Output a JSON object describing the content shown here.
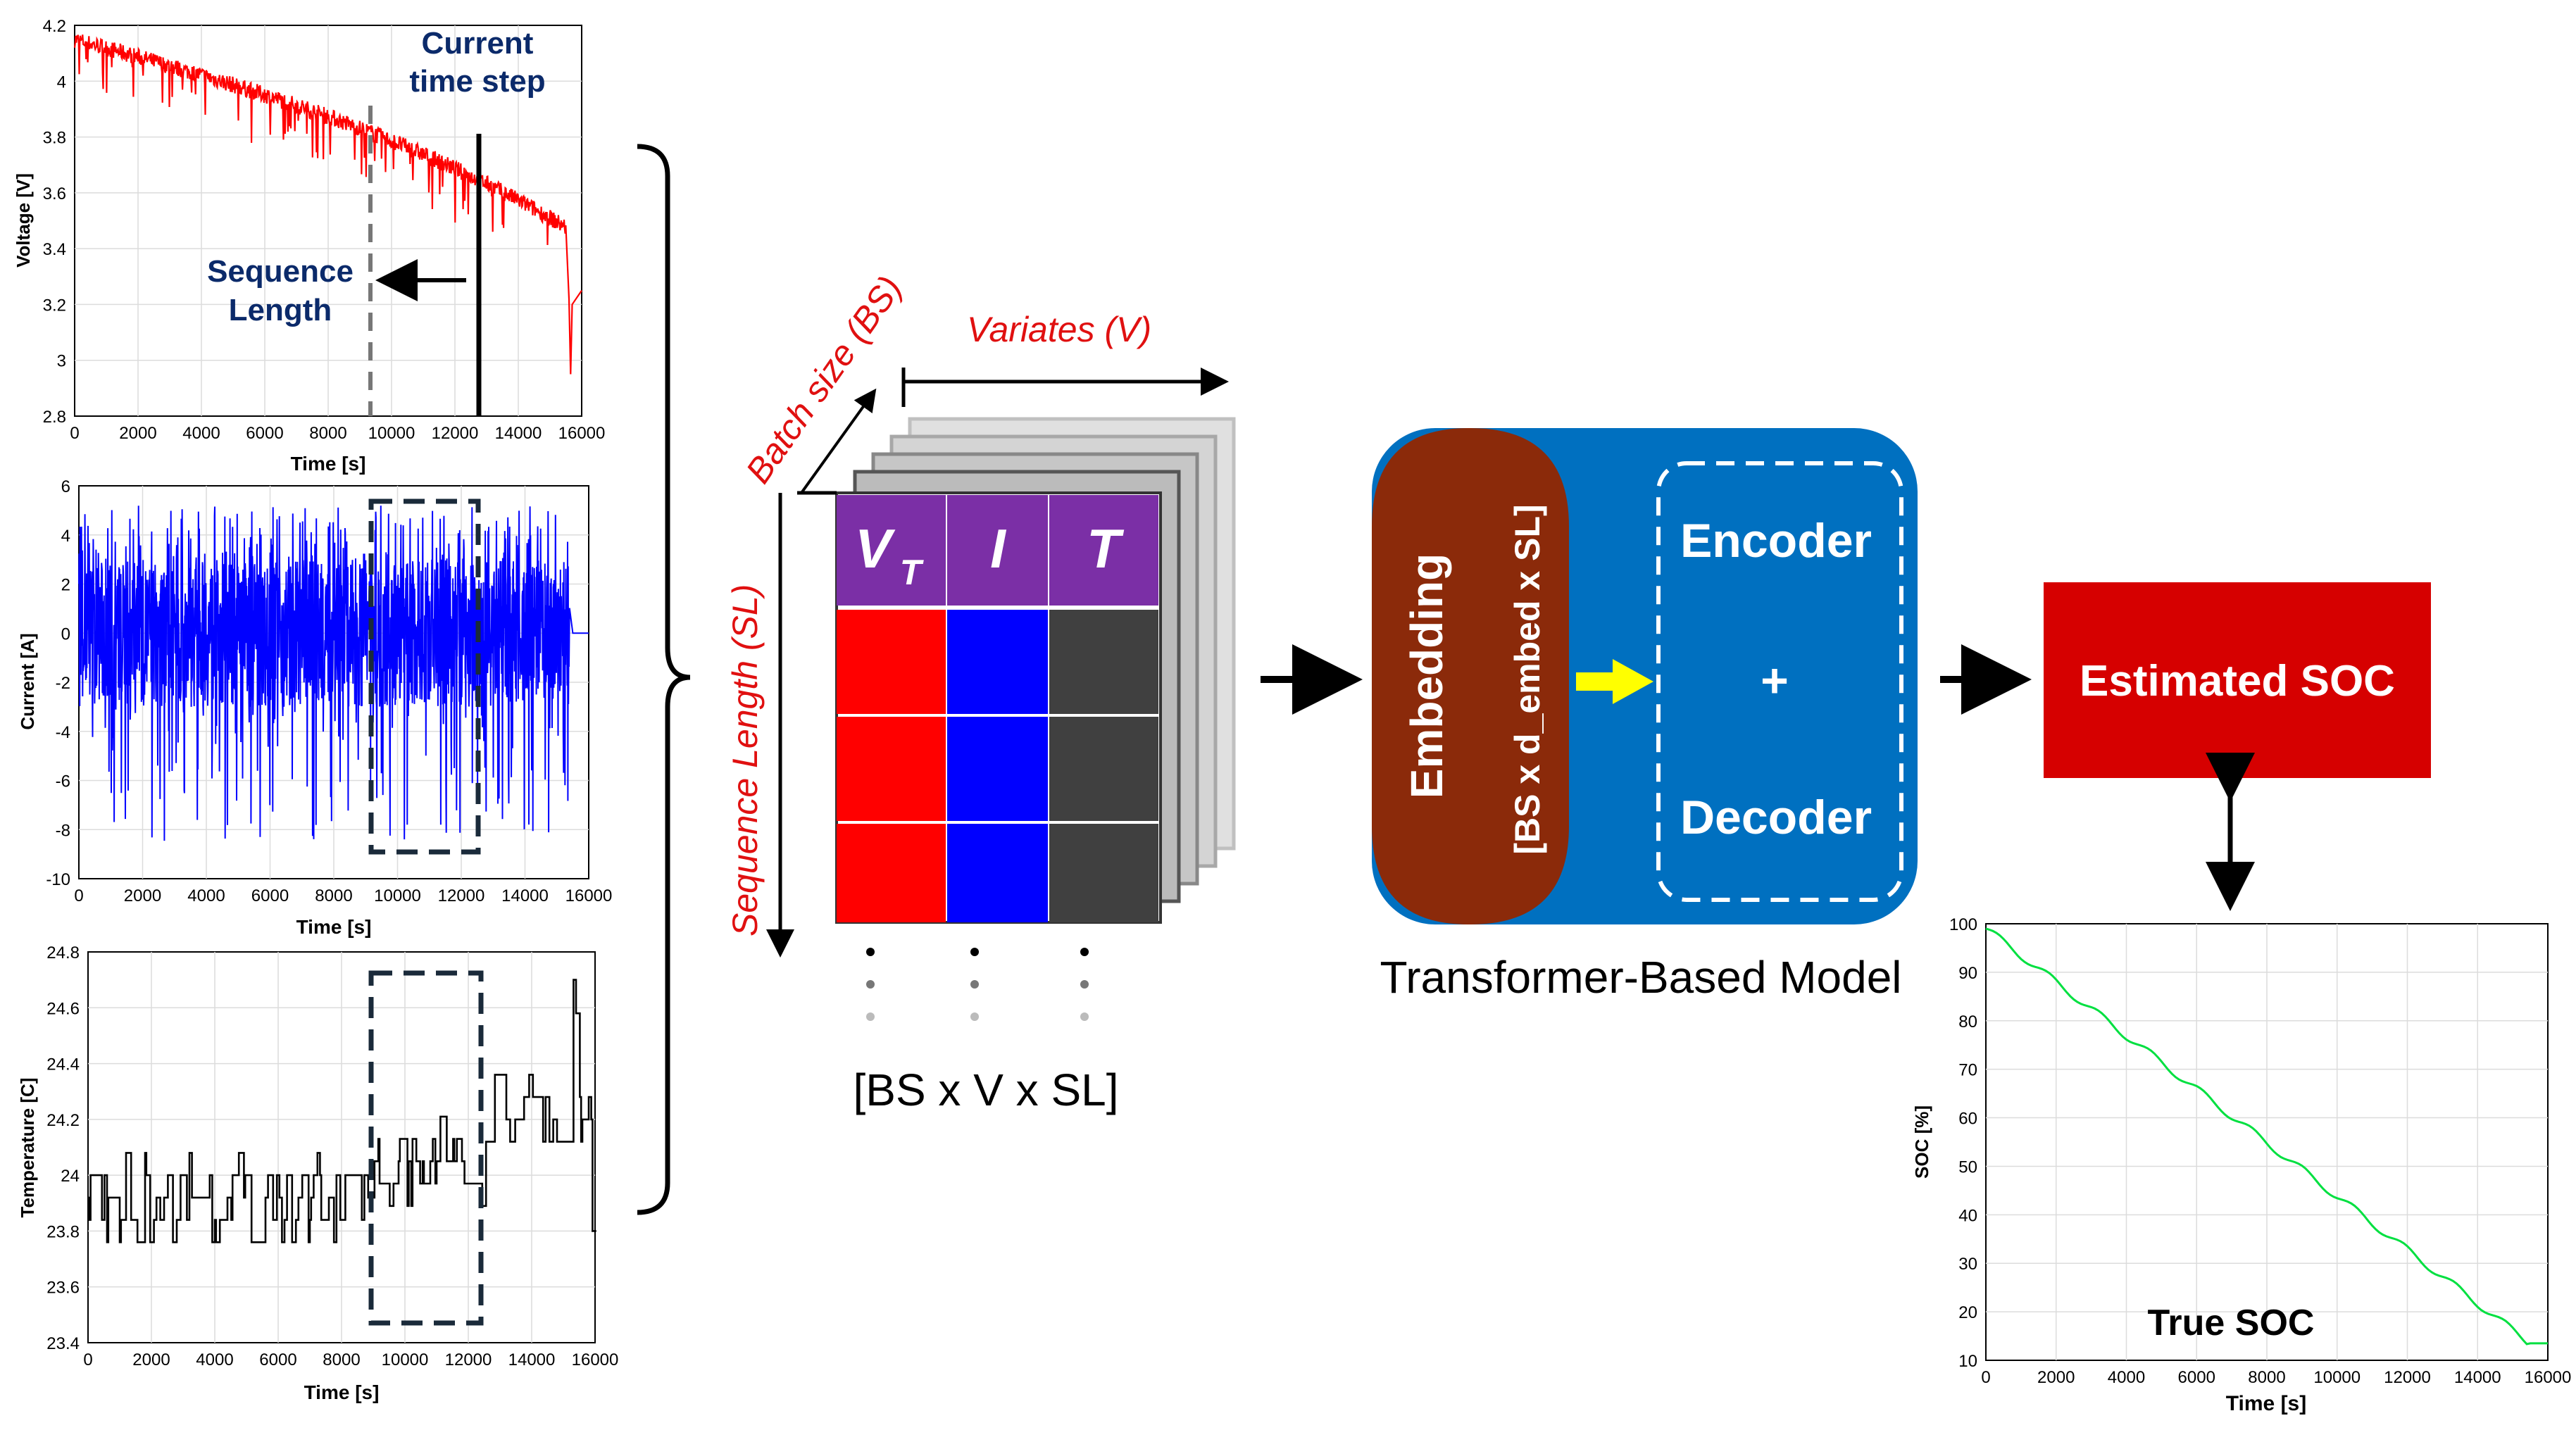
{
  "colors": {
    "voltage": "#ff0000",
    "current": "#0000ff",
    "temperature": "#000000",
    "soc": "#00e040",
    "annotation_navy": "#0b2a6a",
    "axis_label_red": "#e01010",
    "header_purple": "#7b2fa6",
    "cell_red": "#ff0000",
    "cell_blue": "#0000ff",
    "cell_gray": "#404040",
    "embedding_brown": "#8b2a0a",
    "model_blue": "#0070c0",
    "arrow_yellow": "#ffff00",
    "estimated_red": "#d60000"
  },
  "charts": {
    "voltage": {
      "ylabel": "Voltage [V]",
      "xlabel": "Time [s]",
      "yticks": [
        "4.2",
        "4",
        "3.8",
        "3.6",
        "3.4",
        "3.2",
        "3",
        "2.8"
      ],
      "xticks": [
        "0",
        "2000",
        "4000",
        "6000",
        "8000",
        "10000",
        "12000",
        "14000",
        "16000"
      ],
      "annotations": {
        "current_time_step_line1": "Current",
        "current_time_step_line2": "time step",
        "sequence_length_line1": "Sequence",
        "sequence_length_line2": "Length"
      }
    },
    "current": {
      "ylabel": "Current [A]",
      "xlabel": "Time [s]",
      "yticks": [
        "6",
        "4",
        "2",
        "0",
        "-2",
        "-4",
        "-6",
        "-8",
        "-10"
      ],
      "xticks": [
        "0",
        "2000",
        "4000",
        "6000",
        "8000",
        "10000",
        "12000",
        "14000",
        "16000"
      ]
    },
    "temperature": {
      "ylabel": "Temperature [C]",
      "xlabel": "Time [s]",
      "yticks": [
        "24.8",
        "24.6",
        "24.4",
        "24.2",
        "24",
        "23.8",
        "23.6",
        "23.4"
      ],
      "xticks": [
        "0",
        "2000",
        "4000",
        "6000",
        "8000",
        "10000",
        "12000",
        "14000",
        "16000"
      ]
    },
    "soc": {
      "ylabel": "SOC [%]",
      "xlabel": "Time [s]",
      "yticks": [
        "100",
        "90",
        "80",
        "70",
        "60",
        "50",
        "40",
        "30",
        "20",
        "10"
      ],
      "xticks": [
        "0",
        "2000",
        "4000",
        "6000",
        "8000",
        "10000",
        "12000",
        "14000",
        "16000"
      ],
      "caption": "True SOC"
    }
  },
  "tensor": {
    "batch_size_label": "Batch size (BS)",
    "variates_label": "Variates (V)",
    "sequence_length_label": "Sequence Length (SL)",
    "header_vt": "V",
    "header_vt_sub": "T",
    "header_i": "I",
    "header_t": "T",
    "shape_label": "[BS x V x SL]"
  },
  "model": {
    "embedding_label": "Embedding",
    "embedding_dims": "[BS x d_embed x SL]",
    "encoder": "Encoder",
    "plus": "+",
    "decoder": "Decoder",
    "caption": "Transformer-Based Model"
  },
  "output": {
    "estimated_soc": "Estimated SOC"
  }
}
